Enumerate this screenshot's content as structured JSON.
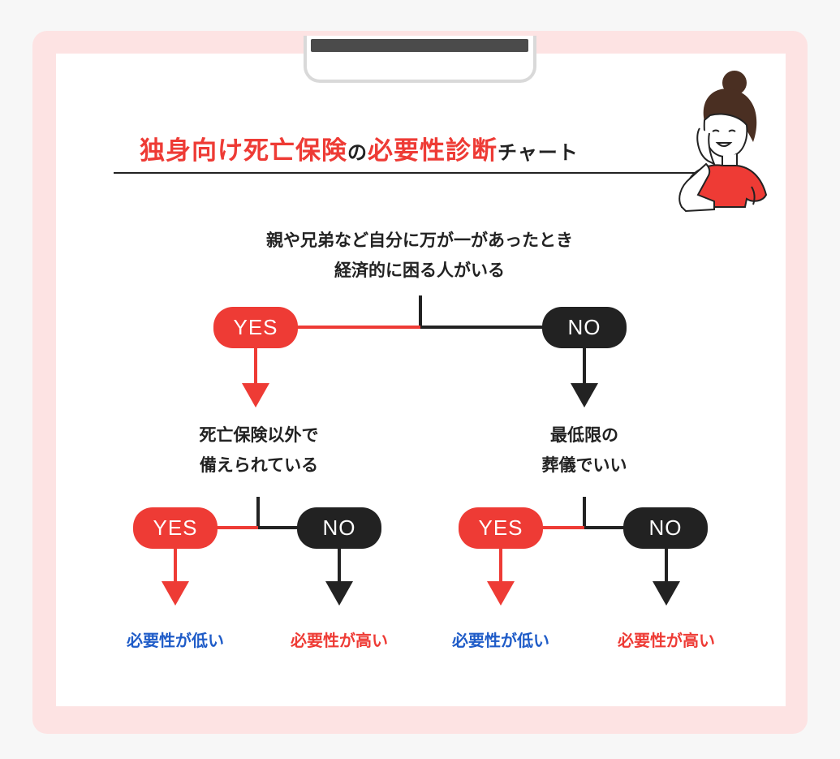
{
  "title": {
    "part1": "独身向け死亡保険",
    "part2": "の",
    "part3": "必要性診断",
    "part4": "チャート"
  },
  "q1": "親や兄弟など自分に万が一があったとき\n経済的に困る人がいる",
  "q2_left": "死亡保険以外で\n備えられている",
  "q2_right": "最低限の\n葬儀でいい",
  "yes_label": "YES",
  "no_label": "NO",
  "results": {
    "r1": "必要性が低い",
    "r2": "必要性が高い",
    "r3": "必要性が低い",
    "r4": "必要性が高い"
  },
  "colors": {
    "red": "#ee3b35",
    "black": "#222222",
    "blue": "#1f5cc8",
    "frame": "#fde3e3"
  }
}
